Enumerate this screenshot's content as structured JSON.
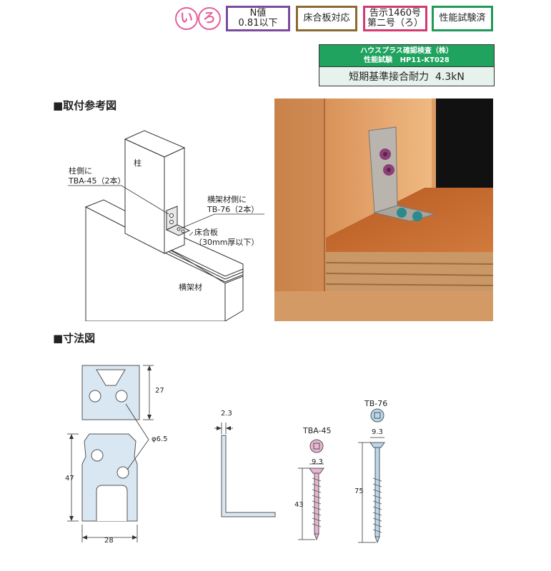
{
  "badges": {
    "i": "い",
    "ro": "ろ",
    "n_value_line1": "N値",
    "n_value_line2": "0.81以下",
    "floor": "床合板対応",
    "notice_line1": "告示1460号",
    "notice_line2": "第二号（ろ）",
    "tested": "性能試験済"
  },
  "test_box": {
    "org": "ハウスプラス確認検査（株）",
    "test_label": "性能試験",
    "test_code": "HP11-KT028",
    "strength_label": "短期基準接合耐力",
    "strength_value": "4.3kN"
  },
  "install": {
    "title": "■取付参考図",
    "post_label": "柱",
    "post_side_line1": "柱側に",
    "post_side_line2": "TBA-45（2本）",
    "beam_side_line1": "横架材側に",
    "beam_side_line2": "TB-76（2本）",
    "plywood_line1": "床合板",
    "plywood_line2": "（30mm厚以下）",
    "beam_label": "横架材"
  },
  "dimensions": {
    "title": "■寸法図",
    "height_top": "27",
    "height_total": "47",
    "width": "28",
    "hole": "φ6.5",
    "thickness": "2.3",
    "screw1_name": "TBA-45",
    "screw1_head": "9.3",
    "screw1_length": "43",
    "screw2_name": "TB-76",
    "screw2_head": "9.3",
    "screw2_length": "75"
  }
}
